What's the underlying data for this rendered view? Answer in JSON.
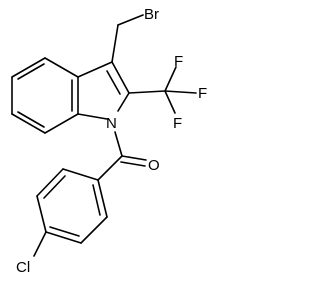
{
  "molecule": {
    "atoms": {
      "br": "Br",
      "n": "N",
      "o": "O",
      "f1": "F",
      "f2": "F",
      "f3": "F",
      "cl": "Cl"
    },
    "colors": {
      "bond": "#000000",
      "text": "#000000",
      "background": "#ffffff"
    }
  }
}
